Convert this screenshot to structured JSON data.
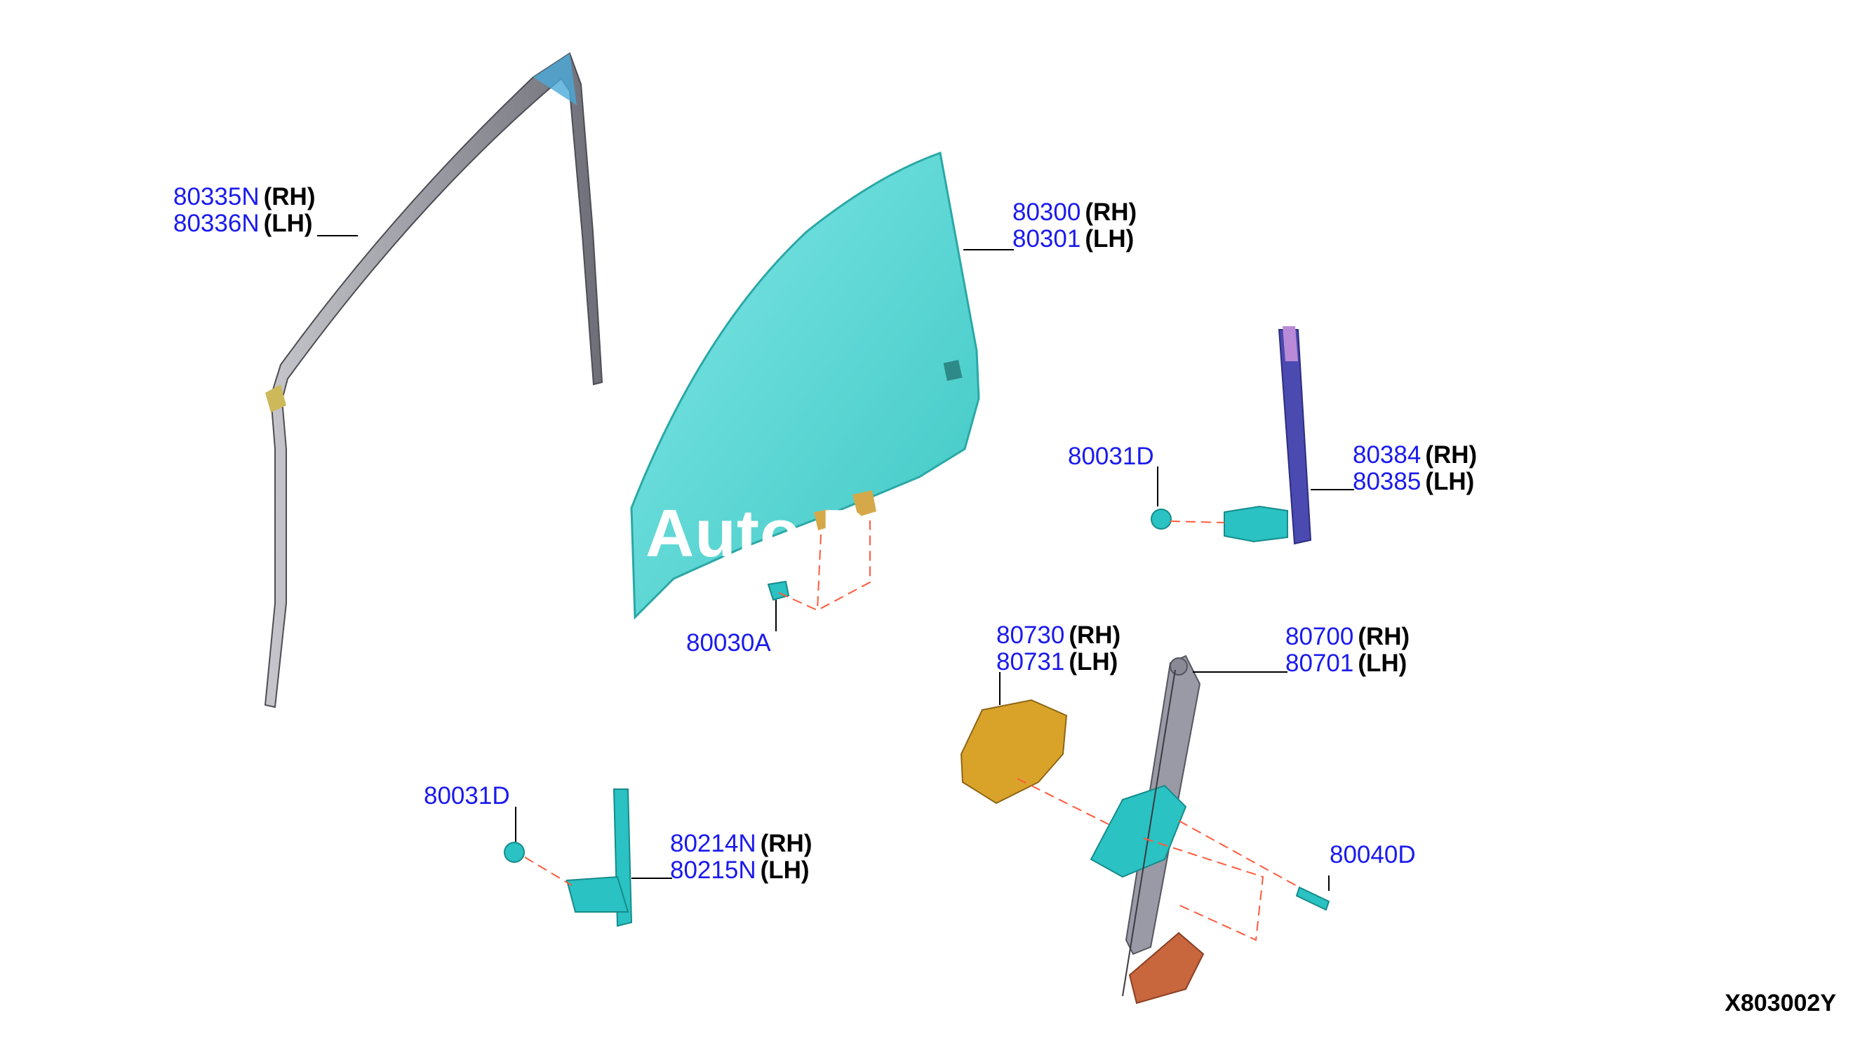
{
  "diagram": {
    "id": "X803002Y",
    "watermark": "Auto P",
    "colors": {
      "label": "#1a1aee",
      "qualifier": "#000000",
      "glass": "#5ad6d6",
      "channel": "#9a9aa6",
      "bracket": "#2ac2c2",
      "motor": "#d9a32a",
      "guide_run": "#4a4ab0",
      "leader": "#000000",
      "dash": "#ff5a3c"
    },
    "callouts": [
      {
        "part": "80335N",
        "side": "(RH)",
        "part2": "80336N",
        "side2": "(LH)"
      },
      {
        "part": "80300",
        "side": "(RH)",
        "part2": "80301",
        "side2": "(LH)"
      },
      {
        "part": "80031D"
      },
      {
        "part": "80384",
        "side": "(RH)",
        "part2": "80385",
        "side2": "(LH)"
      },
      {
        "part": "80030A"
      },
      {
        "part": "80730",
        "side": "(RH)",
        "part2": "80731",
        "side2": "(LH)"
      },
      {
        "part": "80700",
        "side": "(RH)",
        "part2": "80701",
        "side2": "(LH)"
      },
      {
        "part": "80031D"
      },
      {
        "part": "80214N",
        "side": "(RH)",
        "part2": "80215N",
        "side2": "(LH)"
      },
      {
        "part": "80040D"
      }
    ]
  }
}
